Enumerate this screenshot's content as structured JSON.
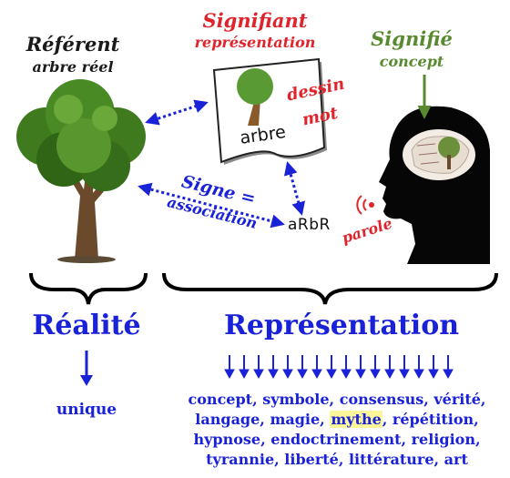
{
  "referent": {
    "title": "Référent",
    "subtitle": "arbre réel"
  },
  "signifiant": {
    "title": "Signifiant",
    "subtitle": "représentation",
    "dessin": "dessin",
    "mot": "mot",
    "card_word": "arbre"
  },
  "signifie": {
    "title": "Signifié",
    "subtitle": "concept"
  },
  "signe": {
    "title": "Signe =",
    "subtitle": "association"
  },
  "spoken_word": "aRbR",
  "parole": "parole",
  "realite": {
    "title": "Réalité",
    "result": "unique"
  },
  "representation": {
    "title": "Représentation",
    "words_before": "concept, symbole, consensus, vérité, langage, magie,",
    "highlight": "mythe",
    "words_after": ", répétition, hypnose, endoctrinement, religion, tyrannie, liberté, littérature, art"
  },
  "colors": {
    "blue": "#1a22d8",
    "red": "#e0242c",
    "green": "#5a8a30"
  }
}
